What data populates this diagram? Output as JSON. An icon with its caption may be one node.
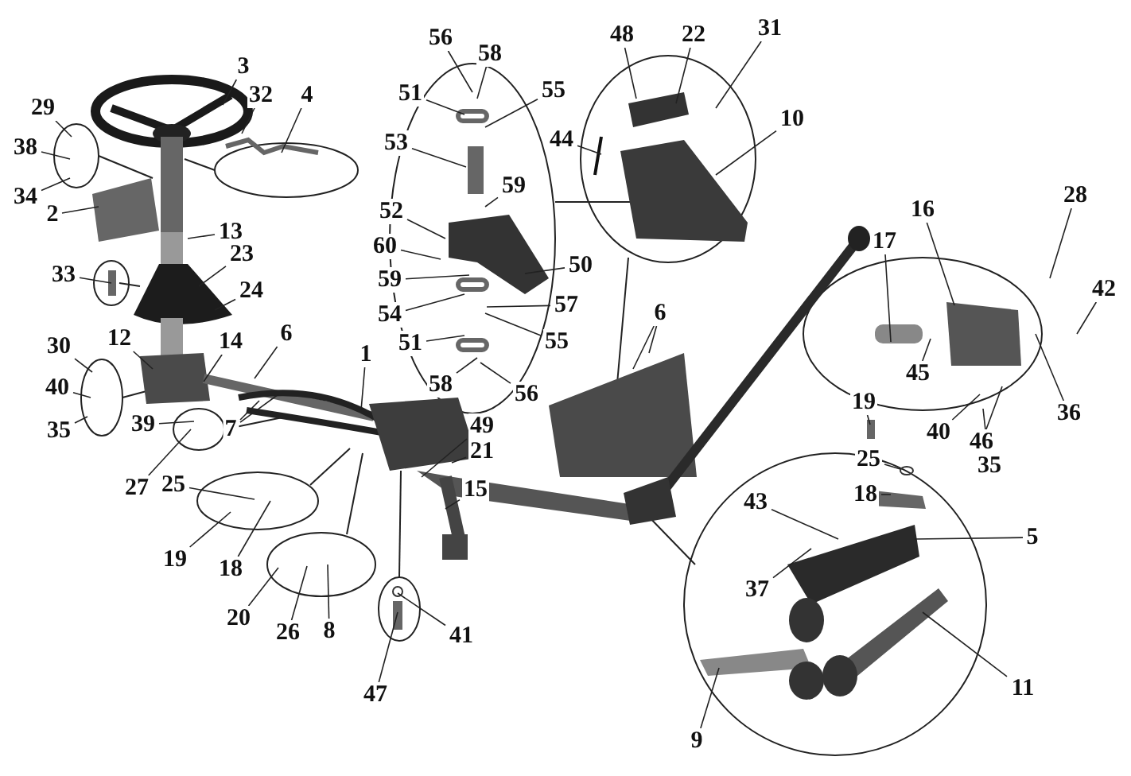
{
  "diagram": {
    "nodes": [
      {
        "text": [
          "3"
        ]
      },
      {
        "text": [
          "32"
        ]
      },
      {
        "text": [
          "4"
        ]
      },
      {
        "text": [
          "29"
        ]
      },
      {
        "text": [
          "56"
        ]
      },
      {
        "text": [
          "58"
        ]
      },
      {
        "text": [
          "48"
        ]
      },
      {
        "text": [
          "22"
        ]
      },
      {
        "text": [
          "31"
        ]
      },
      {
        "text": [
          "51"
        ]
      },
      {
        "text": [
          "55"
        ]
      },
      {
        "text": [
          "38"
        ]
      },
      {
        "text": [
          "53"
        ]
      },
      {
        "text": [
          "10"
        ]
      },
      {
        "text": [
          "44"
        ]
      },
      {
        "text": [
          "34"
        ]
      },
      {
        "text": [
          "59"
        ]
      },
      {
        "text": [
          "2"
        ]
      },
      {
        "text": [
          "52"
        ]
      },
      {
        "text": [
          "16"
        ]
      },
      {
        "text": [
          "28"
        ]
      },
      {
        "text": [
          "13"
        ]
      },
      {
        "text": [
          "60"
        ]
      },
      {
        "text": [
          "23"
        ]
      },
      {
        "text": [
          "17"
        ]
      },
      {
        "text": [
          "50"
        ]
      },
      {
        "text": [
          "33"
        ]
      },
      {
        "text": [
          "59"
        ]
      },
      {
        "text": [
          "57"
        ]
      },
      {
        "text": [
          "24"
        ]
      },
      {
        "text": [
          "42"
        ]
      },
      {
        "text": [
          "54"
        ]
      },
      {
        "text": [
          "6"
        ]
      },
      {
        "text": [
          "6"
        ]
      },
      {
        "text": [
          "12"
        ]
      },
      {
        "text": [
          "14"
        ]
      },
      {
        "text": [
          "1"
        ]
      },
      {
        "text": [
          "30"
        ]
      },
      {
        "text": [
          "51"
        ]
      },
      {
        "text": [
          "55"
        ]
      },
      {
        "text": [
          "36"
        ]
      },
      {
        "text": [
          "45"
        ]
      },
      {
        "text": [
          "40"
        ]
      },
      {
        "text": [
          "58"
        ]
      },
      {
        "text": [
          "56"
        ]
      },
      {
        "text": [
          "7"
        ]
      },
      {
        "text": [
          "49"
        ]
      },
      {
        "text": [
          "19"
        ]
      },
      {
        "text": [
          "40"
        ]
      },
      {
        "text": [
          "46"
        ]
      },
      {
        "text": [
          "35"
        ]
      },
      {
        "text": [
          "39"
        ]
      },
      {
        "text": [
          "21"
        ]
      },
      {
        "text": [
          "25"
        ]
      },
      {
        "text": [
          "35"
        ]
      },
      {
        "text": [
          "27"
        ]
      },
      {
        "text": [
          "15"
        ]
      },
      {
        "text": [
          "25"
        ]
      },
      {
        "text": [
          "18"
        ]
      },
      {
        "text": [
          "43"
        ]
      },
      {
        "text": [
          "5"
        ]
      },
      {
        "text": [
          "19"
        ]
      },
      {
        "text": [
          "18"
        ]
      },
      {
        "text": [
          "37"
        ]
      },
      {
        "text": [
          "20"
        ]
      },
      {
        "text": [
          "26"
        ]
      },
      {
        "text": [
          "8"
        ]
      },
      {
        "text": [
          "41"
        ]
      },
      {
        "text": [
          "47"
        ]
      },
      {
        "text": [
          "11"
        ]
      },
      {
        "text": [
          "9"
        ]
      }
    ],
    "edges": [
      {
        "from": 0,
        "to": null,
        "arrow": "none"
      },
      {
        "from": 1,
        "to": null,
        "arrow": "none"
      },
      {
        "from": 2,
        "to": null,
        "arrow": "none"
      },
      {
        "from": 3,
        "to": null,
        "arrow": "none"
      },
      {
        "from": 4,
        "to": null,
        "arrow": "none"
      },
      {
        "from": 5,
        "to": null,
        "arrow": "none"
      },
      {
        "from": 6,
        "to": null,
        "arrow": "none"
      },
      {
        "from": 7,
        "to": null,
        "arrow": "none"
      },
      {
        "from": 8,
        "to": null,
        "arrow": "none"
      },
      {
        "from": 9,
        "to": null,
        "arrow": "none"
      },
      {
        "from": 10,
        "to": null,
        "arrow": "none"
      },
      {
        "from": 11,
        "to": null,
        "arrow": "none"
      },
      {
        "from": 12,
        "to": null,
        "arrow": "none"
      },
      {
        "from": 13,
        "to": null,
        "arrow": "none"
      },
      {
        "from": 14,
        "to": null,
        "arrow": "none"
      },
      {
        "from": 15,
        "to": null,
        "arrow": "none"
      },
      {
        "from": 16,
        "to": null,
        "arrow": "none"
      },
      {
        "from": 17,
        "to": null,
        "arrow": "none"
      },
      {
        "from": 18,
        "to": null,
        "arrow": "none"
      },
      {
        "from": 19,
        "to": null,
        "arrow": "none"
      },
      {
        "from": 20,
        "to": null,
        "arrow": "none"
      },
      {
        "from": 21,
        "to": null,
        "arrow": "none"
      },
      {
        "from": 22,
        "to": null,
        "arrow": "none"
      },
      {
        "from": 23,
        "to": null,
        "arrow": "none"
      },
      {
        "from": 24,
        "to": null,
        "arrow": "none"
      },
      {
        "from": 25,
        "to": null,
        "arrow": "none"
      },
      {
        "from": 26,
        "to": null,
        "arrow": "none"
      },
      {
        "from": 27,
        "to": null,
        "arrow": "none"
      },
      {
        "from": 28,
        "to": null,
        "arrow": "none"
      },
      {
        "from": 29,
        "to": null,
        "arrow": "none"
      },
      {
        "from": 30,
        "to": null,
        "arrow": "none"
      },
      {
        "from": 31,
        "to": null,
        "arrow": "none"
      },
      {
        "from": 32,
        "to": null,
        "arrow": "none"
      },
      {
        "from": 33,
        "to": null,
        "arrow": "none"
      },
      {
        "from": 33,
        "to": null,
        "arrow": "none"
      },
      {
        "from": 34,
        "to": null,
        "arrow": "none"
      },
      {
        "from": 35,
        "to": null,
        "arrow": "none"
      },
      {
        "from": 36,
        "to": null,
        "arrow": "none"
      },
      {
        "from": 37,
        "to": null,
        "arrow": "none"
      },
      {
        "from": 38,
        "to": null,
        "arrow": "none"
      },
      {
        "from": 39,
        "to": null,
        "arrow": "none"
      },
      {
        "from": 40,
        "to": null,
        "arrow": "none"
      },
      {
        "from": 41,
        "to": null,
        "arrow": "none"
      },
      {
        "from": 42,
        "to": null,
        "arrow": "none"
      },
      {
        "from": 43,
        "to": null,
        "arrow": "none"
      },
      {
        "from": 44,
        "to": null,
        "arrow": "none"
      },
      {
        "from": 45,
        "to": null,
        "arrow": "none"
      },
      {
        "from": 45,
        "to": null,
        "arrow": "none"
      },
      {
        "from": 46,
        "to": null,
        "arrow": "none"
      },
      {
        "from": 47,
        "to": null,
        "arrow": "none"
      },
      {
        "from": 48,
        "to": null,
        "arrow": "none"
      },
      {
        "from": 49,
        "to": null,
        "arrow": "none"
      },
      {
        "from": 50,
        "to": null,
        "arrow": "none"
      },
      {
        "from": 51,
        "to": null,
        "arrow": "none"
      },
      {
        "from": 52,
        "to": null,
        "arrow": "none"
      },
      {
        "from": 53,
        "to": null,
        "arrow": "none"
      },
      {
        "from": 54,
        "to": null,
        "arrow": "none"
      },
      {
        "from": 55,
        "to": null,
        "arrow": "none"
      },
      {
        "from": 56,
        "to": null,
        "arrow": "none"
      },
      {
        "from": 57,
        "to": null,
        "arrow": "none"
      },
      {
        "from": 58,
        "to": null,
        "arrow": "none"
      },
      {
        "from": 59,
        "to": null,
        "arrow": "none"
      },
      {
        "from": 60,
        "to": null,
        "arrow": "none"
      },
      {
        "from": 61,
        "to": null,
        "arrow": "none"
      },
      {
        "from": 62,
        "to": null,
        "arrow": "none"
      },
      {
        "from": 63,
        "to": null,
        "arrow": "none"
      },
      {
        "from": 64,
        "to": null,
        "arrow": "none"
      },
      {
        "from": 65,
        "to": null,
        "arrow": "none"
      },
      {
        "from": 66,
        "to": null,
        "arrow": "none"
      },
      {
        "from": 67,
        "to": null,
        "arrow": "none"
      },
      {
        "from": 68,
        "to": null,
        "arrow": "none"
      },
      {
        "from": 69,
        "to": null,
        "arrow": "none"
      },
      {
        "from": 70,
        "to": null,
        "arrow": "none"
      }
    ]
  }
}
